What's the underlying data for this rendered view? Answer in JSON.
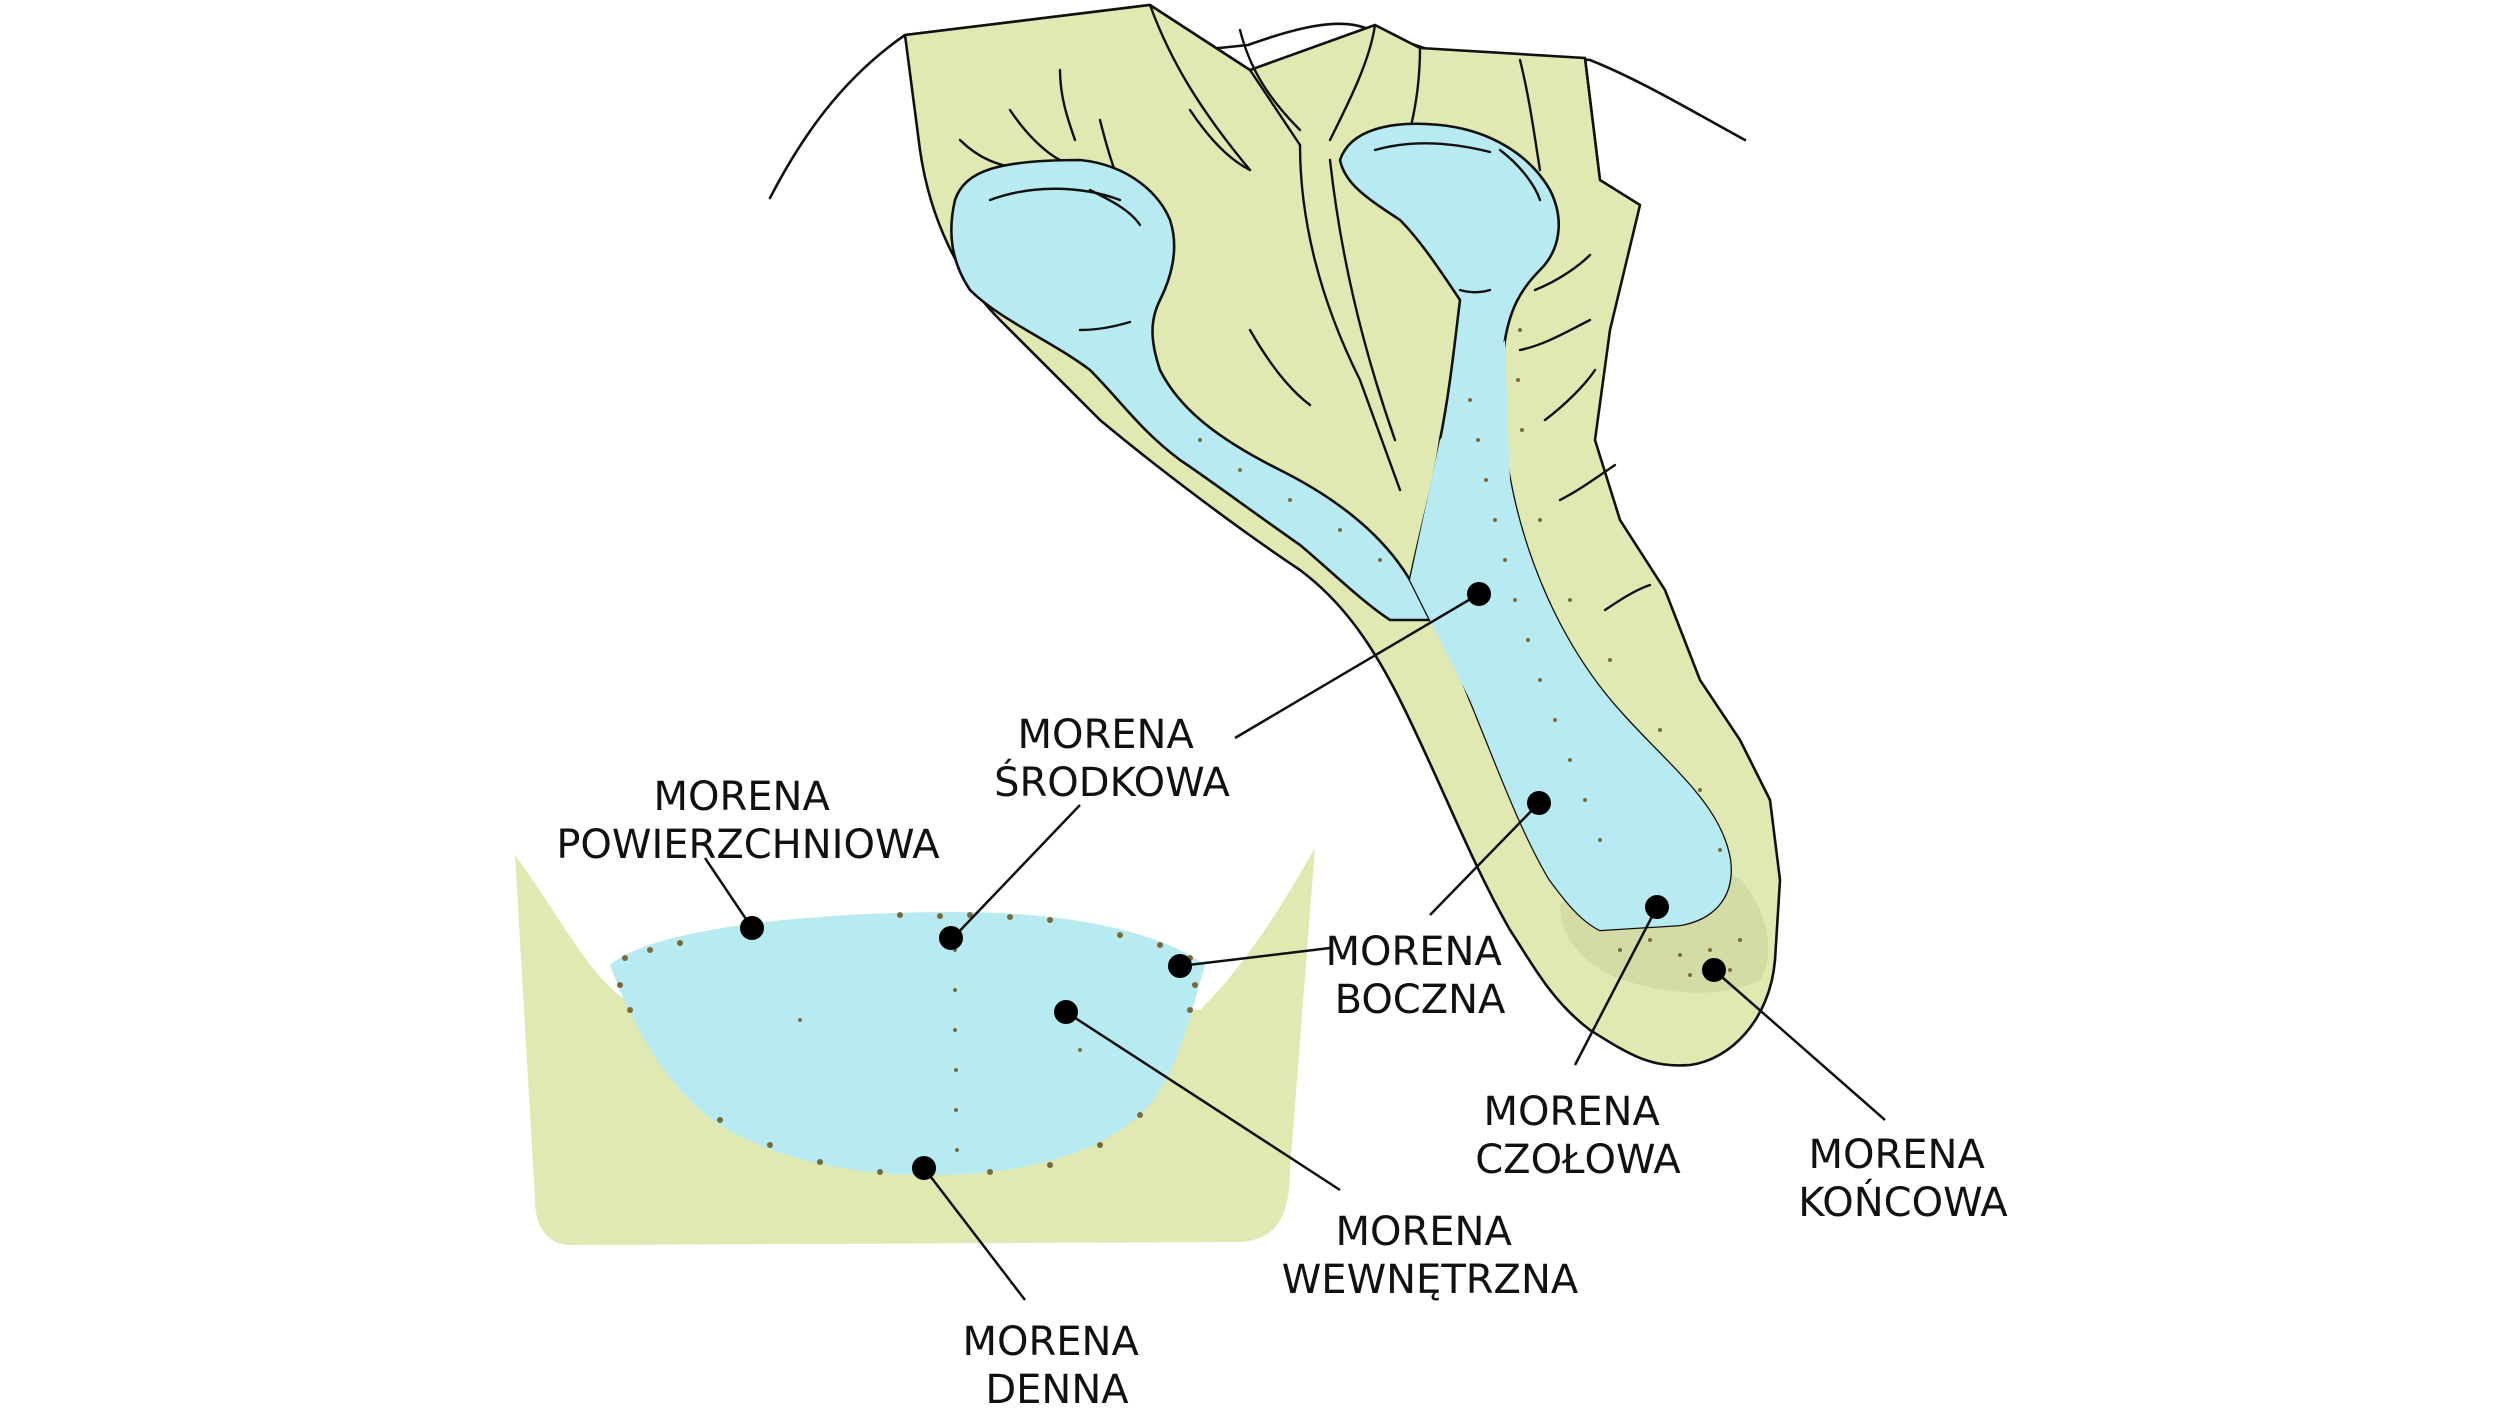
{
  "colors": {
    "terrain": "#dfe9b1",
    "ice": "#b8ebf1",
    "moraine_dots": "#7a6a3a",
    "outline": "#111111",
    "marker": "#000000"
  },
  "labels": {
    "morena_srodkowa": [
      "MORENA",
      "ŚRODKOWA"
    ],
    "morena_powierzchniowa": [
      "MORENA",
      "POWIERZCHNIOWA"
    ],
    "morena_boczna": [
      "MORENA",
      "BOCZNA"
    ],
    "morena_czolowa": [
      "MORENA",
      "CZOŁOWA"
    ],
    "morena_koncowa": [
      "MORENA",
      "KOŃCOWA"
    ],
    "morena_wewnetrzna": [
      "MORENA",
      "WEWNĘTRZNA"
    ],
    "morena_denna": [
      "MORENA",
      "DENNA"
    ]
  }
}
